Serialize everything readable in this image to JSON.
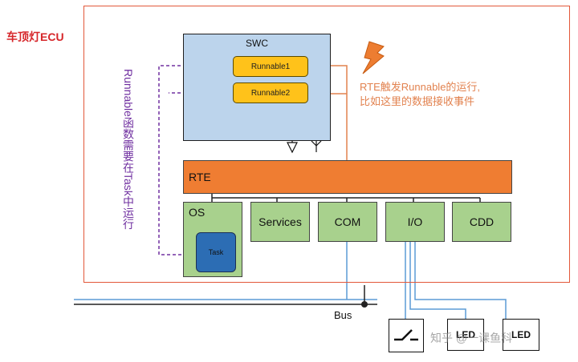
{
  "ecu": {
    "title": "车顶灯ECU"
  },
  "swc": {
    "label": "SWC",
    "runnables": [
      "Runnable1",
      "Runnable2"
    ]
  },
  "rte": {
    "label": "RTE"
  },
  "bsw": {
    "os": "OS",
    "task": "Task",
    "services": "Services",
    "com": "COM",
    "io": "I/O",
    "cdd": "CDD"
  },
  "annotations": {
    "rte_note_line1": "RTE触发Runnable的运行,",
    "rte_note_line2": "比如这里的数据接收事件",
    "vertical_note": "Runnable函数需要在Task中运行"
  },
  "bus": {
    "label": "Bus"
  },
  "devices": [
    "LED",
    "LED"
  ],
  "watermark": "知乎 @一课鱼科",
  "colors": {
    "frame": "#e2583a",
    "swc": "#bcd4ec",
    "runnable": "#ffc21a",
    "rte": "#ef7d32",
    "bsw": "#a8d18d",
    "task": "#2c6db4",
    "dashed": "#7030a0",
    "bus_wire": "#5b9bd5",
    "note": "#e2824f"
  }
}
